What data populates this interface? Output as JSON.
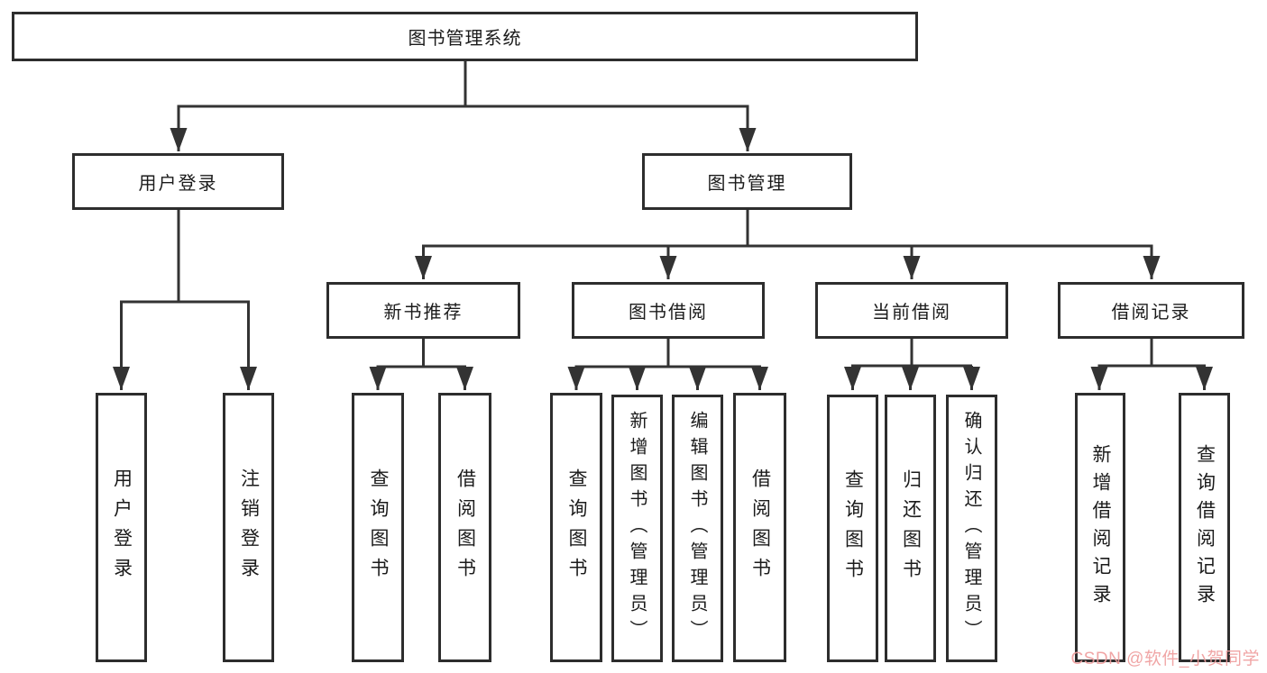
{
  "diagram": {
    "root": "图书管理系统",
    "branches": [
      {
        "label": "用户登录",
        "children": [
          {
            "label": "用户登录"
          },
          {
            "label": "注销登录"
          }
        ]
      },
      {
        "label": "图书管理",
        "children": [
          {
            "label": "新书推荐",
            "children": [
              {
                "label": "查询图书"
              },
              {
                "label": "借阅图书"
              }
            ]
          },
          {
            "label": "图书借阅",
            "children": [
              {
                "label": "查询图书"
              },
              {
                "label": "新增图书（管理员）"
              },
              {
                "label": "编辑图书（管理员）"
              },
              {
                "label": "借阅图书"
              }
            ]
          },
          {
            "label": "当前借阅",
            "children": [
              {
                "label": "查询图书"
              },
              {
                "label": "归还图书"
              },
              {
                "label": "确认归还（管理员）"
              }
            ]
          },
          {
            "label": "借阅记录",
            "children": [
              {
                "label": "新增借阅记录"
              },
              {
                "label": "查询借阅记录"
              }
            ]
          }
        ]
      }
    ]
  },
  "watermark": {
    "text": "CSDN @软件_小贺同学"
  },
  "colors": {
    "line": "#333333",
    "border": "#2d2d2d",
    "text": "#1b1b1b",
    "watermark": "#ef9e9e",
    "background": "#ffffff"
  }
}
